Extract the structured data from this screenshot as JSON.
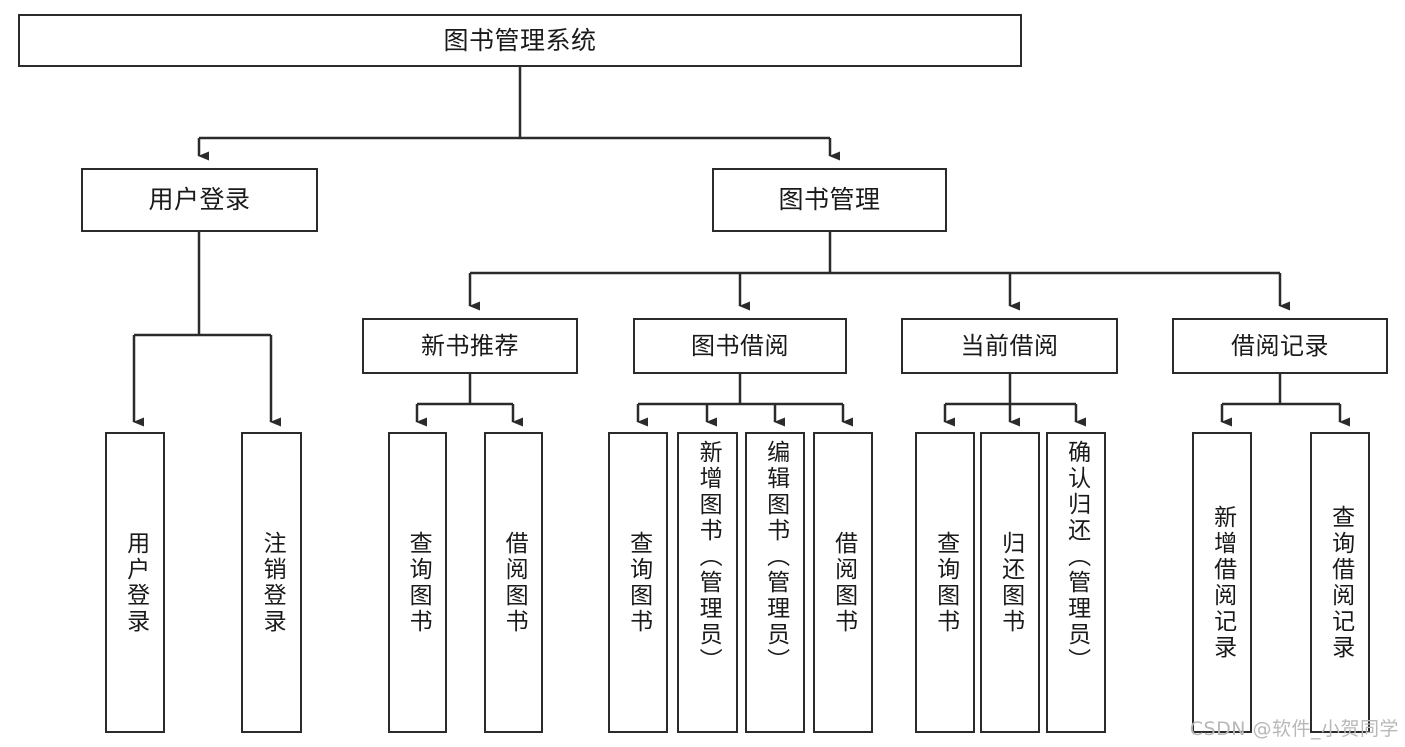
{
  "diagram": {
    "type": "tree-hierarchy",
    "title": "图书管理系统",
    "watermark": "CSDN @软件_小贺同学",
    "colors": {
      "stroke": "#2b2b2b",
      "fill": "#ffffff",
      "text": "#1a1a1a",
      "watermark": "#b8b8b8"
    },
    "root": {
      "label": "图书管理系统"
    },
    "level2": [
      {
        "label": "用户登录"
      },
      {
        "label": "图书管理"
      }
    ],
    "level3": [
      {
        "label": "新书推荐"
      },
      {
        "label": "图书借阅"
      },
      {
        "label": "当前借阅"
      },
      {
        "label": "借阅记录"
      }
    ],
    "leaves": {
      "user_login": [
        {
          "label": "用户登录"
        },
        {
          "label": "注销登录"
        }
      ],
      "new_book": [
        {
          "label": "查询图书"
        },
        {
          "label": "借阅图书"
        }
      ],
      "book_borrow": [
        {
          "label": "查询图书"
        },
        {
          "label": "新增图书（管理员）"
        },
        {
          "label": "编辑图书（管理员）"
        },
        {
          "label": "借阅图书"
        }
      ],
      "current_borrow": [
        {
          "label": "查询图书"
        },
        {
          "label": "归还图书"
        },
        {
          "label": "确认归还（管理员）"
        }
      ],
      "borrow_record": [
        {
          "label": "新增借阅记录"
        },
        {
          "label": "查询借阅记录"
        }
      ]
    }
  }
}
